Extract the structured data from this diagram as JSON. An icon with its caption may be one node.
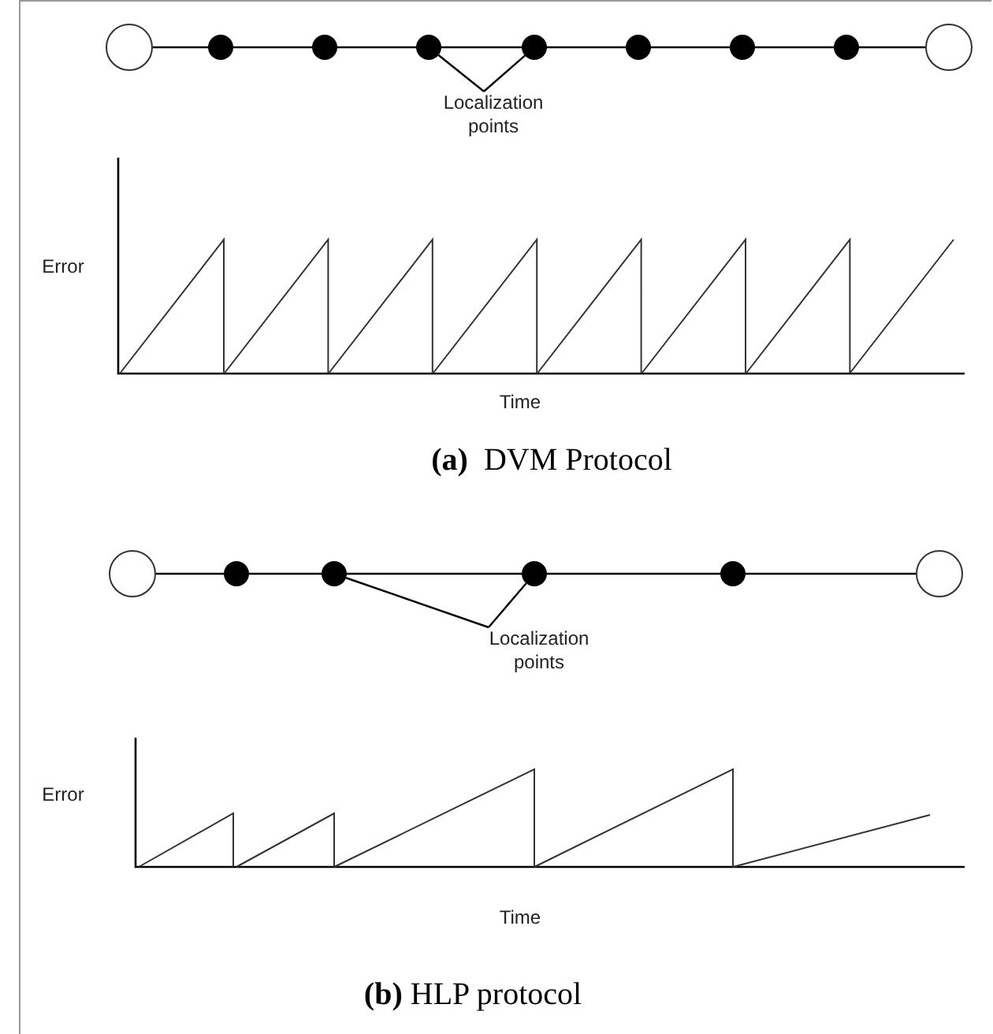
{
  "diagram": {
    "nodes": [
      {
        "text": [],
        "shape": "circle"
      },
      {
        "text": [],
        "shape": "circle"
      },
      {
        "text": [],
        "shape": "circle"
      },
      {
        "text": [],
        "shape": "circle"
      },
      {
        "text": [],
        "shape": "circle"
      },
      {
        "text": [],
        "shape": "circle"
      },
      {
        "text": [],
        "shape": "circle"
      },
      {
        "text": [],
        "shape": "circle"
      },
      {
        "text": [],
        "shape": "circle"
      },
      {
        "text": [
          "Localization points"
        ]
      },
      {
        "text": [],
        "shape": "circle"
      },
      {
        "text": [],
        "shape": "circle"
      },
      {
        "text": [],
        "shape": "circle"
      },
      {
        "text": [],
        "shape": "circle"
      },
      {
        "text": [],
        "shape": "circle"
      },
      {
        "text": [],
        "shape": "circle"
      },
      {
        "text": [
          "Localization points"
        ]
      }
    ],
    "edges": [
      {
        "from": 0,
        "to": 1,
        "arrow": "none"
      },
      {
        "from": 1,
        "to": 2,
        "arrow": "none"
      },
      {
        "from": 2,
        "to": 3,
        "arrow": "none"
      },
      {
        "from": 3,
        "to": 4,
        "arrow": "none"
      },
      {
        "from": 4,
        "to": 5,
        "arrow": "none"
      },
      {
        "from": 5,
        "to": 6,
        "arrow": "none"
      },
      {
        "from": 6,
        "to": 7,
        "arrow": "none"
      },
      {
        "from": 7,
        "to": 8,
        "arrow": "none"
      },
      {
        "from": 9,
        "to": 3,
        "arrow": "none"
      },
      {
        "from": 9,
        "to": 4,
        "arrow": "none"
      },
      {
        "from": 10,
        "to": 11,
        "arrow": "none"
      },
      {
        "from": 11,
        "to": 12,
        "arrow": "none"
      },
      {
        "from": 12,
        "to": 13,
        "arrow": "none"
      },
      {
        "from": 13,
        "to": 14,
        "arrow": "none"
      },
      {
        "from": 14,
        "to": 15,
        "arrow": "none"
      },
      {
        "from": 16,
        "to": 12,
        "arrow": "none"
      },
      {
        "from": 16,
        "to": 13,
        "arrow": "none"
      }
    ],
    "labels": [
      "Error",
      "Time",
      "**(a)**  DVM Protocol",
      "Error",
      "Time",
      "**(b)** HLP protocol"
    ]
  }
}
